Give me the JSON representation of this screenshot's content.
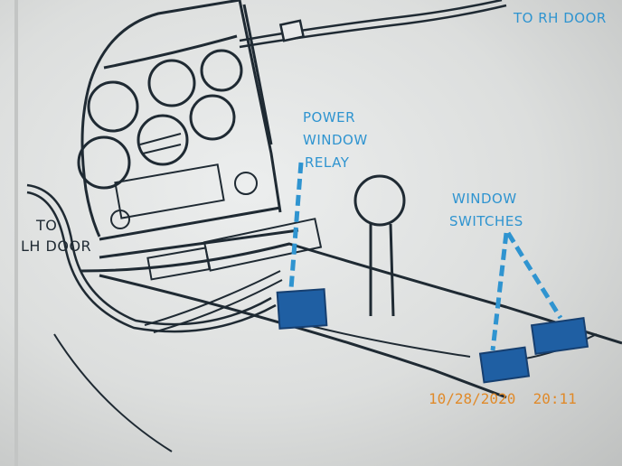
{
  "labels": {
    "to_rh_door": "TO RH DOOR",
    "power_window_relay": [
      "POWER",
      "WINDOW",
      "RELAY"
    ],
    "window_switches": [
      "WINDOW",
      "SWITCHES"
    ],
    "to_lh_door": [
      "TO",
      "LH DOOR"
    ]
  },
  "timestamp": "10/28/2020  20:11",
  "colors": {
    "line": "#1f2a33",
    "accent_blue": "#2f94d0",
    "component_blue": "#1f5fa3",
    "stamp": "#e08a2a"
  }
}
